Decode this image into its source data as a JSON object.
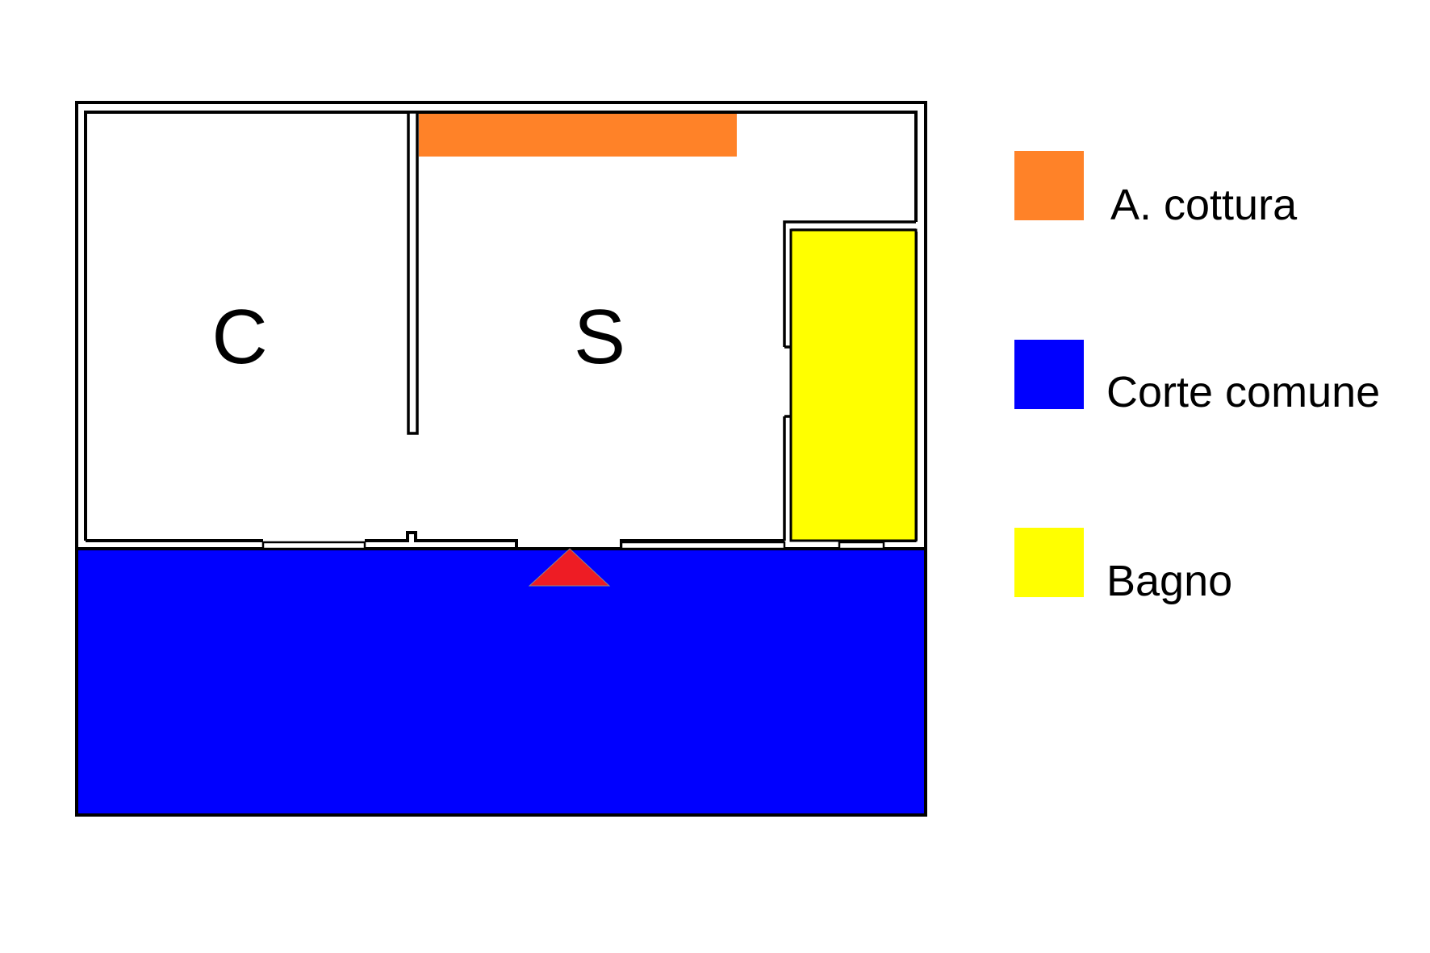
{
  "rooms": {
    "camera": {
      "label": "C"
    },
    "soggiorno": {
      "label": "S"
    }
  },
  "legend": [
    {
      "key": "cottura",
      "label": "A. cottura",
      "color": "#FF8228"
    },
    {
      "key": "corte",
      "label": "Corte comune",
      "color": "#0000FF"
    },
    {
      "key": "bagno",
      "label": "Bagno",
      "color": "#FFFF00"
    }
  ],
  "colors": {
    "wall": "#000000",
    "entrance_marker": "#EE1C24",
    "background": "#FFFFFF"
  }
}
